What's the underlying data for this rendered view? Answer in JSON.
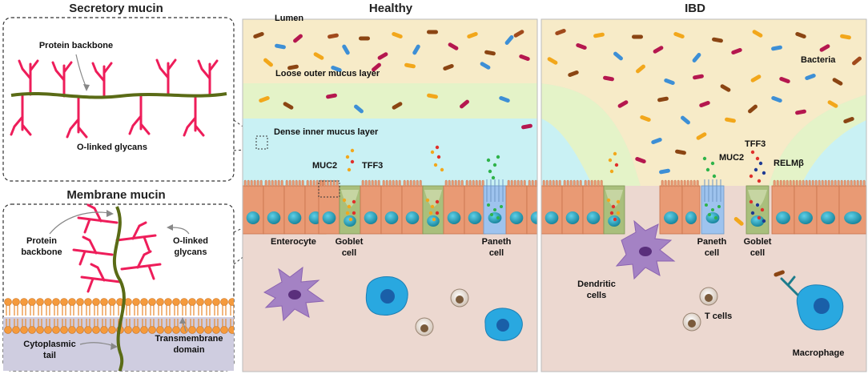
{
  "secretory": {
    "title": "Secretory mucin",
    "protein_backbone": "Protein backbone",
    "o_linked_glycans": "O-linked glycans"
  },
  "membrane": {
    "title": "Membrane mucin",
    "protein_backbone_line1": "Protein",
    "protein_backbone_line2": "backbone",
    "o_linked_line1": "O-linked",
    "o_linked_line2": "glycans",
    "cytoplasmic_line1": "Cytoplasmic",
    "cytoplasmic_line2": "tail",
    "transmembrane_line1": "Transmembrane",
    "transmembrane_line2": "domain"
  },
  "healthy": {
    "title": "Healthy",
    "lumen": "Lumen",
    "loose_layer": "Loose outer mucus layer",
    "dense_layer": "Dense inner mucus layer",
    "muc2": "MUC2",
    "tff3": "TFF3",
    "enterocyte": "Enterocyte",
    "goblet_line1": "Goblet",
    "goblet_line2": "cell",
    "paneth_line1": "Paneth",
    "paneth_line2": "cell"
  },
  "ibd": {
    "title": "IBD",
    "bacteria": "Bacteria",
    "tff3": "TFF3",
    "muc2": "MUC2",
    "relmb": "RELMβ",
    "paneth_line1": "Paneth",
    "paneth_line2": "cell",
    "goblet_line1": "Goblet",
    "goblet_line2": "cell",
    "dendritic_line1": "Dendritic",
    "dendritic_line2": "cells",
    "t_cells": "T cells",
    "macrophage": "Macrophage"
  },
  "colors": {
    "lumen": "#f7ebc8",
    "loose_mucus": "#e4f3c8",
    "dense_mucus": "#c9f1f4",
    "lamina": "#ecd8d0",
    "enterocyte": "#e99a74",
    "nucleus": "#1f9bb3",
    "goblet": "#a9bf7c",
    "paneth": "#9ec3ee",
    "glycan": "#ee1d5a",
    "backbone": "#5a6b16",
    "membrane_head": "#f59a3c",
    "cytoplasm": "#cfcde0",
    "dendritic": "#a482c4",
    "immune_blue": "#29a8e0"
  }
}
